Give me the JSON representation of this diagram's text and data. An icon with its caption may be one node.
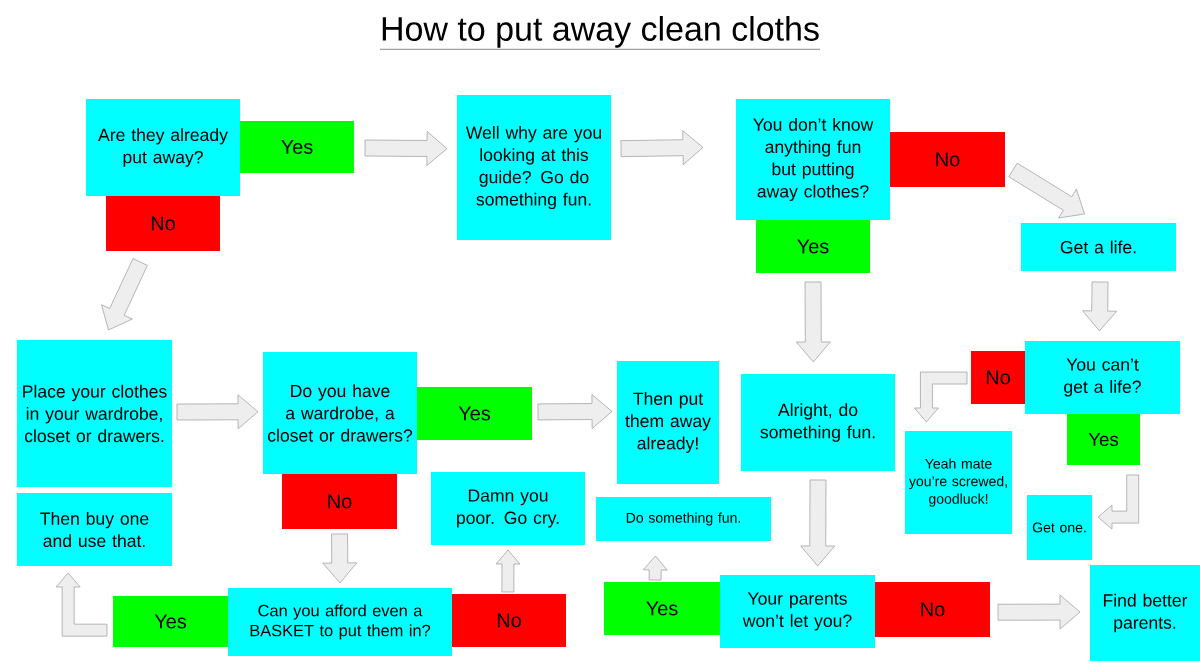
{
  "diagram": {
    "title": "How to put away clean cloths",
    "nodes": [
      {
        "text": [
          "Are they already put away?"
        ]
      },
      {
        "text": [
          "Yes"
        ]
      },
      {
        "text": [
          "No"
        ]
      },
      {
        "text": [
          "Well why are you looking at this guide? Go do something fun."
        ]
      },
      {
        "text": [
          "You don’t know anything fun but putting away clothes?"
        ]
      },
      {
        "text": [
          "No"
        ]
      },
      {
        "text": [
          "Yes"
        ]
      },
      {
        "text": [
          "Get a life."
        ]
      },
      {
        "text": [
          "Place your clothes in your wardrobe, closet or drawers."
        ]
      },
      {
        "text": [
          "Do you have a wardrobe, a closet or drawers?"
        ]
      },
      {
        "text": [
          "Yes"
        ]
      },
      {
        "text": [
          "Then put them away already!"
        ]
      },
      {
        "text": [
          "Alright, do something fun."
        ]
      },
      {
        "text": [
          "No"
        ]
      },
      {
        "text": [
          "You can’t get a life?"
        ]
      },
      {
        "text": [
          "Yes"
        ]
      },
      {
        "text": [
          "No"
        ]
      },
      {
        "text": [
          "Damn you poor. Go cry."
        ]
      },
      {
        "text": [
          "Then buy one and use that."
        ]
      },
      {
        "text": [
          "Do something fun."
        ]
      },
      {
        "text": [
          "Yeah mate you’re screwed, goodluck!"
        ]
      },
      {
        "text": [
          "Get one."
        ]
      },
      {
        "text": [
          "Yes"
        ]
      },
      {
        "text": [
          "Can you afford even a BASKET to put them in?"
        ]
      },
      {
        "text": [
          "No"
        ]
      },
      {
        "text": [
          "Yes"
        ]
      },
      {
        "text": [
          "Your parents won’t let you?"
        ]
      },
      {
        "text": [
          "No"
        ]
      },
      {
        "text": [
          "Find better parents."
        ]
      }
    ],
    "edges": [
      {
        "from": 1,
        "to": 3,
        "arrow": "to"
      },
      {
        "from": 3,
        "to": 4,
        "arrow": "to"
      },
      {
        "from": 2,
        "to": 8,
        "arrow": "to"
      },
      {
        "from": 5,
        "to": 7,
        "arrow": "to"
      },
      {
        "from": 6,
        "to": 12,
        "arrow": "to"
      },
      {
        "from": 7,
        "to": 14,
        "arrow": "to"
      },
      {
        "from": 8,
        "to": 9,
        "arrow": "to"
      },
      {
        "from": 10,
        "to": 11,
        "arrow": "to"
      },
      {
        "from": 13,
        "to": 20,
        "arrow": "to"
      },
      {
        "from": 15,
        "to": 21,
        "arrow": "to"
      },
      {
        "from": 16,
        "to": 23,
        "arrow": "to"
      },
      {
        "from": 24,
        "to": 17,
        "arrow": "to"
      },
      {
        "from": 22,
        "to": 18,
        "arrow": "to"
      },
      {
        "from": 12,
        "to": 26,
        "arrow": "to"
      },
      {
        "from": 25,
        "to": 19,
        "arrow": "to"
      },
      {
        "from": 27,
        "to": 28,
        "arrow": "to"
      }
    ]
  }
}
